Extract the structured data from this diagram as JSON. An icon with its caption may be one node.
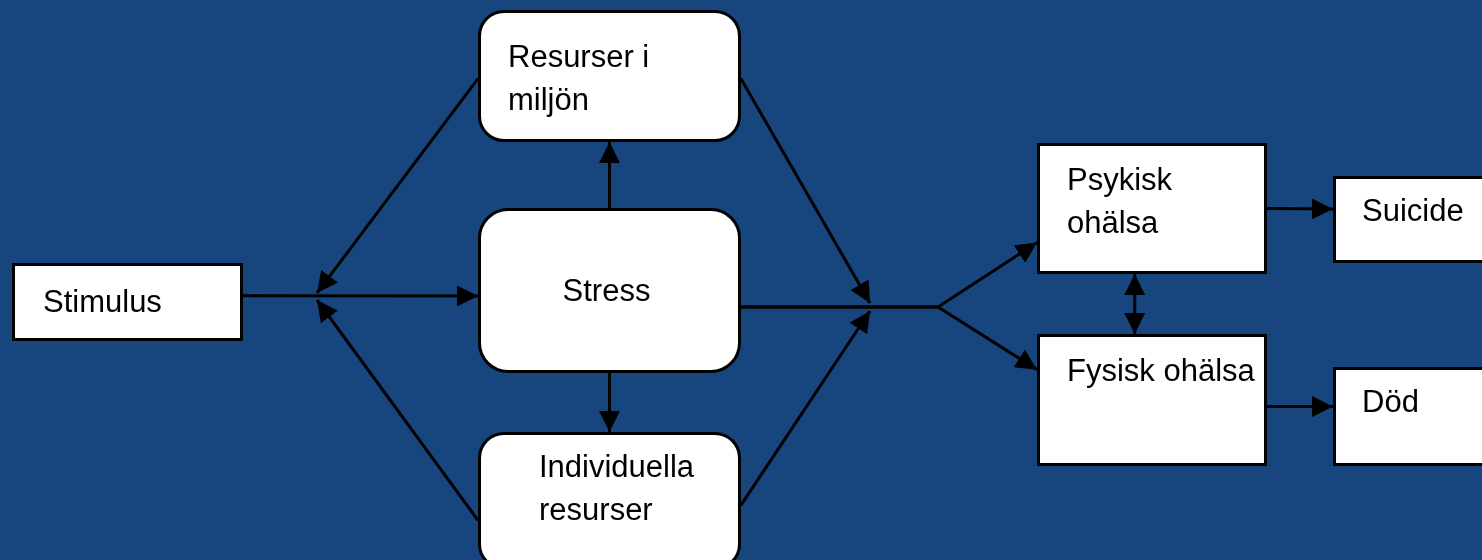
{
  "diagram": {
    "nodes": [
      {
        "text": [
          "Stimulus"
        ]
      },
      {
        "text": [
          "Resurser i miljön"
        ]
      },
      {
        "text": [
          "Stress"
        ]
      },
      {
        "text": [
          "Individuella resurser"
        ]
      },
      {
        "text": [
          "Psykisk ohälsa"
        ]
      },
      {
        "text": [
          "Suicide"
        ]
      },
      {
        "text": [
          "Fysisk ohälsa"
        ]
      },
      {
        "text": [
          "Död"
        ]
      }
    ],
    "edges": [
      {
        "from": 0,
        "to": 2,
        "arrow": "to"
      },
      {
        "from": 1,
        "to": null,
        "arrow": "to"
      },
      {
        "from": 3,
        "to": null,
        "arrow": "to"
      },
      {
        "from": 2,
        "to": 1,
        "arrow": "to"
      },
      {
        "from": 2,
        "to": 3,
        "arrow": "to"
      },
      {
        "from": 1,
        "to": null,
        "arrow": "to"
      },
      {
        "from": 3,
        "to": null,
        "arrow": "to"
      },
      {
        "from": 2,
        "to": 4,
        "arrow": "to"
      },
      {
        "from": 2,
        "to": 6,
        "arrow": "to"
      },
      {
        "from": 4,
        "to": 6,
        "arrow": "both"
      },
      {
        "from": 4,
        "to": 5,
        "arrow": "to"
      },
      {
        "from": 6,
        "to": 7,
        "arrow": "to"
      }
    ]
  }
}
